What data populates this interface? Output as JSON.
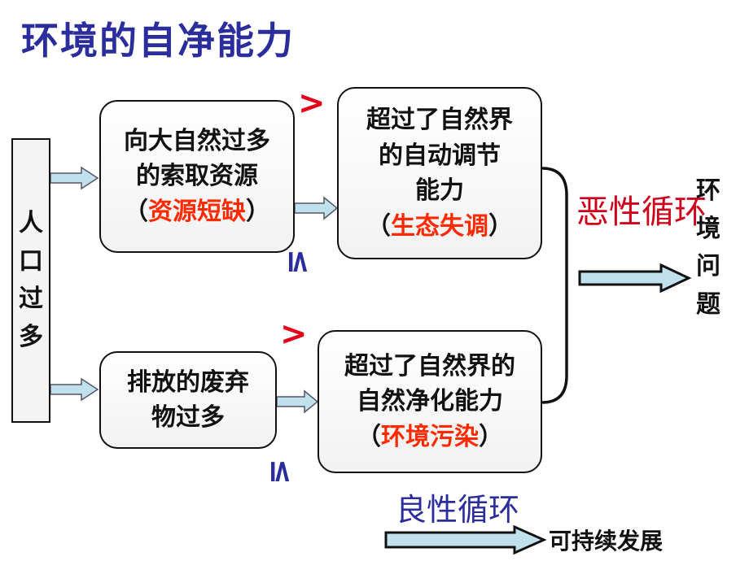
{
  "title": "环境的自净能力",
  "nodes": {
    "population": [
      "人",
      "口",
      "过",
      "多"
    ],
    "resource_take": {
      "line1": "向大自然过多",
      "line2": "的索取资源",
      "open": "（",
      "highlight": "资源短缺",
      "close": "）"
    },
    "waste": {
      "line1": "排放的废弃",
      "line2": "物过多"
    },
    "exceed_regulation": {
      "line1": "超过了自然界",
      "line2": "的自动调节",
      "line3": "能力",
      "open": "（",
      "highlight": "生态失调",
      "close": "）"
    },
    "exceed_purification": {
      "line1": "超过了自然界的",
      "line2": "自然净化能力",
      "open": "（",
      "highlight": "环境污染",
      "close": "）"
    },
    "env_problem": [
      "环",
      "境",
      "问",
      "题"
    ]
  },
  "symbols": {
    "gt_top": ">",
    "le_top": "≤",
    "gt_bottom": ">",
    "le_bottom": "≤"
  },
  "labels": {
    "vicious_cycle": "恶性循环",
    "virtuous_cycle": "良性循环",
    "sustainable": "可持续发展"
  },
  "colors": {
    "title": "#2b2d9c",
    "highlight": "#ff2a00",
    "arrow_fill": "#bfe0ec"
  }
}
